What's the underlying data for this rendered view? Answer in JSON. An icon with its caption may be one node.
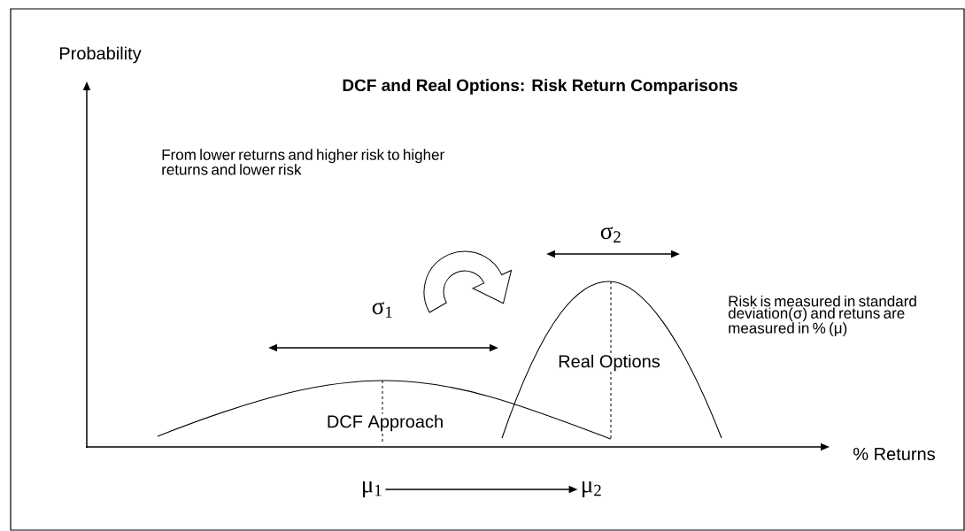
{
  "diagram": {
    "title": "DCF and Real Options: Risk Return Comparisons",
    "nodes": [
      {
        "text": [
          "μ$_{1}$"
        ]
      },
      {
        "text": [
          "μ$_{2}$"
        ]
      }
    ],
    "edges": [
      {
        "from": 0,
        "to": 1,
        "arrow": "to"
      }
    ],
    "labels": [
      "Probability",
      "From lower returns and higher risk to higher returns and lower risk",
      "σ$_{2}$",
      "Risk is measured in standard deviation(σ) and retuns are measured in % (μ)",
      "σ$_{1}$",
      "Real Options",
      "DCF Approach",
      "% Returns"
    ]
  }
}
